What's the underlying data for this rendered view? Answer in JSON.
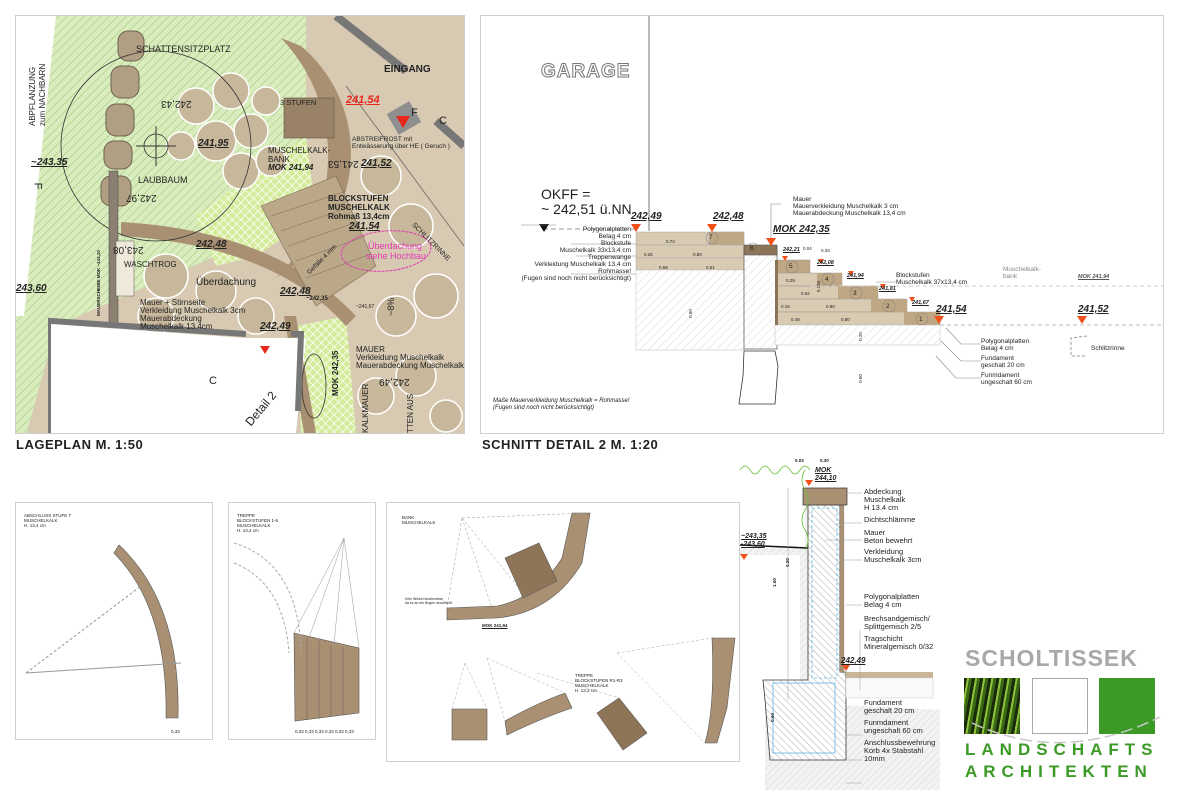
{
  "colors": {
    "stone": "#c9b597",
    "step": "#a99072",
    "paving": "#d8ccb5",
    "grass": "#cfe6a8",
    "marker": "#f0501a",
    "logo_green": "#3b9a25",
    "logo_gray": "#a8a8a8"
  },
  "lageplan": {
    "title": "LAGEPLAN   M. 1:50",
    "labels": {
      "abpflanzung": "ABPFLANZUNG",
      "zum_nachbarn": "zum NACHBARN",
      "schattensitzplatz": "SCHATTENSITZPLATZ",
      "laubbaum": "LAUBBAUM",
      "eingang": "EINGANG",
      "drei_stufen": "3 STUFEN",
      "abstreifrost": "ABSTREIFROST mit",
      "entwaesserung": "Entwässerung über HE ( Geruch )",
      "bank1": "MUSCHELKALK-",
      "bank2": "BANK",
      "bank_mok": "MOK 241,94",
      "block1": "BLOCKSTUFEN",
      "block2": "MUSCHELKALK",
      "block3": "Rohmaß 13,4cm",
      "schlitzrinne": "SCHLITZRINNE",
      "ueberdachung_hochbau1": "Überdachung",
      "ueberdachung_hochbau2": "siehe Hochbau",
      "gefaelle": "Gefälle 4 mm",
      "waschtrog": "WASCHTROG",
      "ueberdachung": "Überdachung",
      "mauer1": "Mauer + Stirnseite",
      "mauer2": "Verkleidung Muschelkalk 3cm",
      "mauer3": "Mauerabdeckung",
      "mauer4": "Muschelkalk 13,4cm",
      "mauer_r1": "MAUER",
      "mauer_r2": "Verkleidung Muschelkalk",
      "mauer_r3": "Mauerabdeckung Muschelkalk",
      "mok_242_35": "MOK 242,35",
      "gefaelle_pct": "~8%",
      "detail2": "Detail 2",
      "cut_c": "C",
      "cut_f": "F",
      "kalkmauer": "KALKMAUER",
      "mauerscheibe": "MAUERSCHEIBE MOK ~244,10",
      "ttenaus": "TTEN AUS"
    },
    "levels": {
      "l24154_red": "241,54",
      "l24195": "241,95",
      "l24243": "242,43",
      "l24297": "242,97",
      "l24153": "241,53",
      "l24152": "241,52",
      "l24154": "241,54",
      "l24248a": "242,48",
      "l24248b": "242,48",
      "l24308": "243,08",
      "l24335": "~243.35",
      "l24360": "243,60",
      "l24249": "242,49",
      "l24249b": "242,49",
      "l24235": "~242,35",
      "l24167": "~241,67"
    }
  },
  "schnitt": {
    "title": "SCHNITT DETAIL 2   M. 1:20",
    "garage": "GARAGE",
    "okff1": "OKFF =",
    "okff2": "~ 242,51 ü.NN",
    "levels": {
      "a": "242,49",
      "b": "242,48",
      "mok": "MOK 242,35",
      "s5": "242,21",
      "s4": "242,08",
      "s3": "241,94",
      "s2": "241,81",
      "s1": "241,67",
      "c": "241,54",
      "d": "241,52",
      "bank_mok": "MOK 241,94"
    },
    "left_notes": [
      "Polygonalplatten",
      "Belag 4 cm",
      "Blockstufe",
      "Muschelkalk 33x13,4 cm",
      "Treppenwange",
      "Verkleidung Muschelkalk 13,4 cm",
      "Rohmasse!",
      "(Fugen sind noch nicht berücksichtigt)"
    ],
    "mauer_notes": [
      "Mauer",
      "Mauerverkleidung Muschelkalk 3 cm",
      "Mauerabdeckung Muschelkalk 13,4 cm"
    ],
    "block_notes": [
      "Blockstufen",
      "Muschelkalk 37x13,4 cm"
    ],
    "right_notes": [
      "Polygonalplatten",
      "Belag 4 cm",
      "Fundament",
      "geschalt 20 cm",
      "Funmdament",
      "ungeschalt 60 cm"
    ],
    "bank_note": [
      "Muschelkalk-",
      "bank"
    ],
    "schlitzrinne": "Schlitzrinne",
    "footnote1": "Maße Mauerverkleidung Muschelkalk = Rohmasse!",
    "footnote2": "(Fugen sind noch nicht berücksichtigt)",
    "steps": [
      "7",
      "6",
      "5",
      "4",
      "3",
      "2",
      "1"
    ],
    "dims": [
      "0.73",
      "0.26",
      "0.80",
      "0.59",
      "0.51",
      "0.04",
      "0.33",
      "0.29",
      "0.62",
      "0.15",
      "0.80",
      "0.48",
      "0.80",
      "0.80",
      "0.20",
      "0.60",
      "0.134"
    ]
  },
  "details": {
    "stufe7": [
      "ABSCHLUSS STUFE 7",
      "MUSCHELKALK",
      "H. 13,4 cm"
    ],
    "treppe": [
      "TREPPE",
      "BLOCKSTUFEN 1-6",
      "MUSCHELKALK",
      "H. 13,4 cm"
    ],
    "treppe_dims": "0,33  0,33  0,33  0,33  0,33  0,33",
    "stufe7_dim": "0,33",
    "bank": [
      "BANK",
      "MUSCHELKALK"
    ],
    "bank_mok": "MOK 241,94",
    "bank_note": [
      "Kein Winkel bestimmbar,",
      "da es an ein Bogen anschließt"
    ],
    "treppe_r": [
      "TREPPE",
      "BLOCKSTUFEN R1-R3",
      "MUSCHELKALK",
      "H. 13,4 cm"
    ]
  },
  "wall_detail": {
    "dims": [
      "0.03",
      "0.30",
      "0.20",
      "1.60",
      "0.60"
    ],
    "mok": "MOK",
    "mok_level": "244,10",
    "level_a": "~243,35",
    "level_b": "-243,60",
    "level_c": "242,49",
    "notes": [
      [
        "Abdeckung",
        "Muschelkalk",
        "H 13.4 cm"
      ],
      [
        "Dichtschlämme"
      ],
      [
        "Mauer",
        "Beton bewehrt"
      ],
      [
        "Verkleidung",
        "Muschelkalk 3cm"
      ],
      [
        "Polygonalplatten",
        "Belag 4 cm"
      ],
      [
        "Brechsandgemisch/",
        "Splittgemisch 2/5"
      ],
      [
        "Tragschicht",
        "Mineralgemisch 0/32"
      ],
      [
        "Fundament",
        "geschalt 20 cm"
      ],
      [
        "Funmdament",
        "ungeschalt 60 cm"
      ],
      [
        "Anschlussbewehrung",
        "Korb 4x Stabstahl",
        "10mm"
      ]
    ]
  },
  "logo": {
    "name": "SCHOLTISSEK",
    "line1": "LANDSCHAFTS",
    "line2": "ARCHITEKTEN"
  }
}
